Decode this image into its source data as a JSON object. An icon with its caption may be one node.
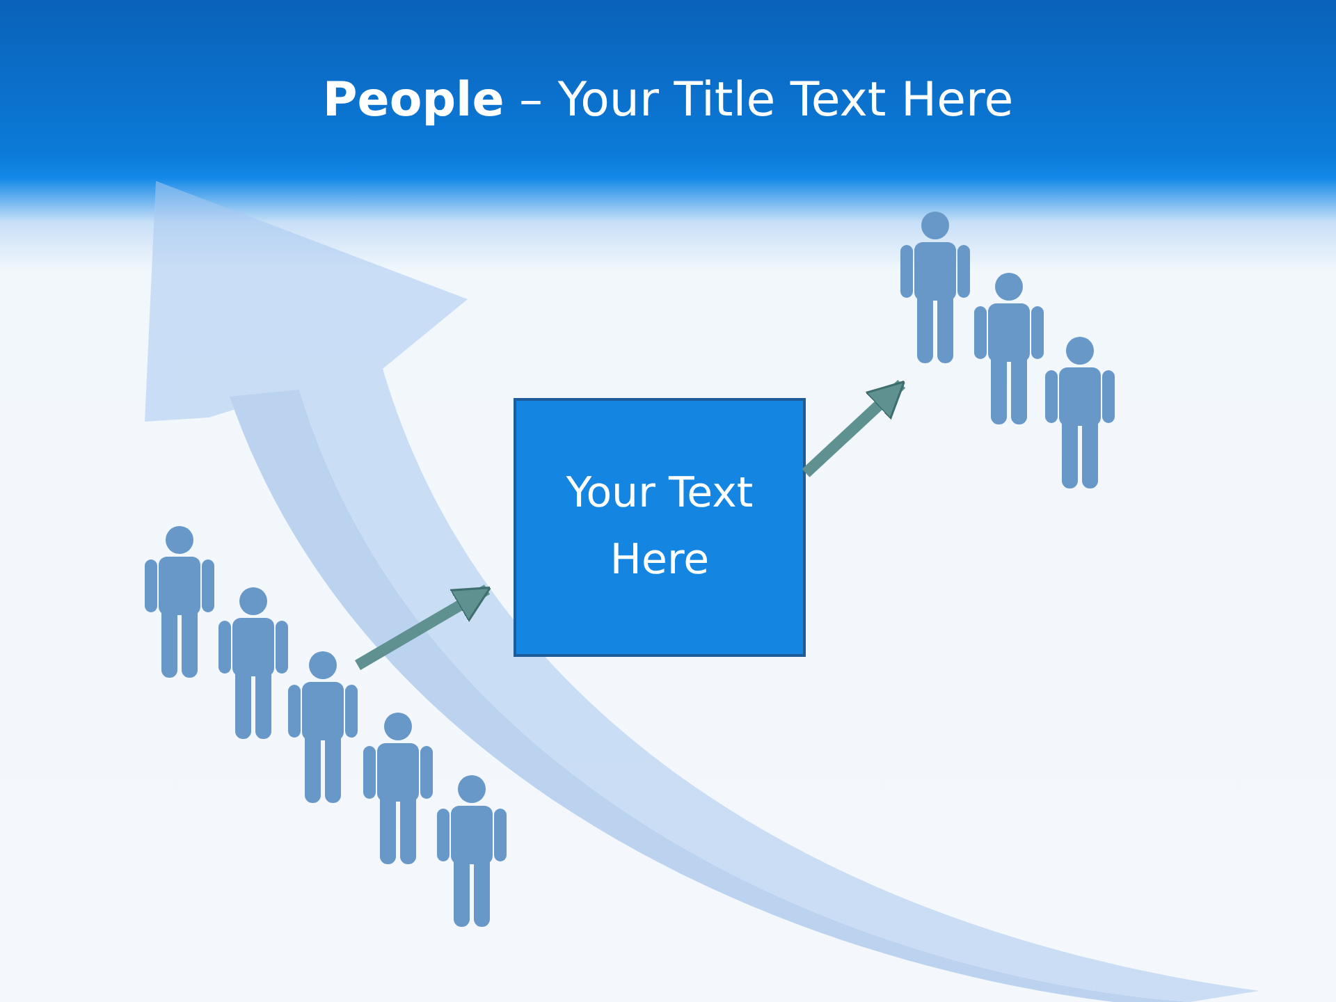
{
  "diagram": {
    "title": "**People** – Your Title Text Here",
    "nodes": [
      {
        "text": [],
        "shape": "person"
      },
      {
        "text": [],
        "shape": "person"
      },
      {
        "text": [],
        "shape": "person"
      },
      {
        "text": [],
        "shape": "person"
      },
      {
        "text": [],
        "shape": "person"
      },
      {
        "text": [
          "Your Text Here"
        ]
      },
      {
        "text": [],
        "shape": "person"
      },
      {
        "text": [],
        "shape": "person"
      },
      {
        "text": [],
        "shape": "person"
      }
    ],
    "edges": [
      {
        "from": 2,
        "to": 5,
        "arrow": "to"
      },
      {
        "from": 5,
        "to": 6,
        "arrow": "to"
      }
    ]
  }
}
